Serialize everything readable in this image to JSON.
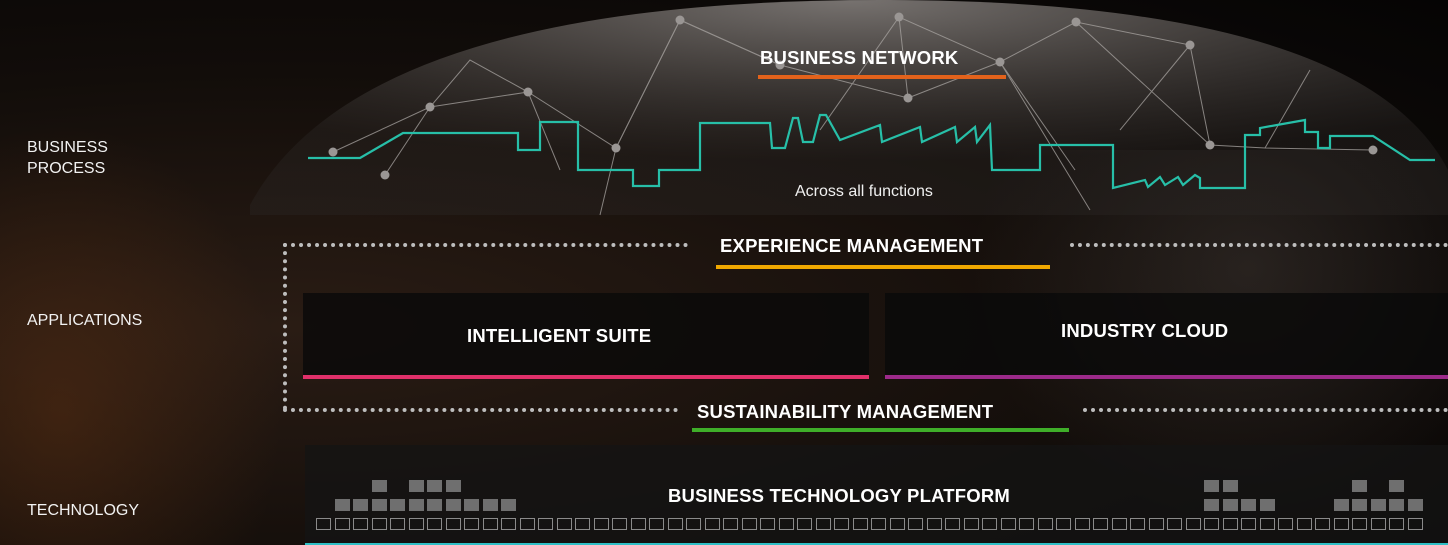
{
  "row_labels": {
    "business_process": "BUSINESS PROCESS",
    "applications": "APPLICATIONS",
    "technology": "TECHNOLOGY"
  },
  "business_network": {
    "title": "BUSINESS NETWORK",
    "subtitle": "Across all functions",
    "accent": "#e3621b",
    "line_color": "#27bfa8"
  },
  "experience_management": {
    "title": "EXPERIENCE MANAGEMENT",
    "accent": "#f0a800"
  },
  "applications": {
    "intelligent_suite": {
      "title": "INTELLIGENT SUITE",
      "accent": "#e0306a"
    },
    "industry_cloud": {
      "title": "INDUSTRY CLOUD",
      "accent": "#9c2a8a"
    }
  },
  "sustainability_management": {
    "title": "SUSTAINABILITY MANAGEMENT",
    "accent": "#3fae29"
  },
  "platform": {
    "title": "BUSINESS TECHNOLOGY PLATFORM",
    "accent": "#2fc0c7"
  }
}
